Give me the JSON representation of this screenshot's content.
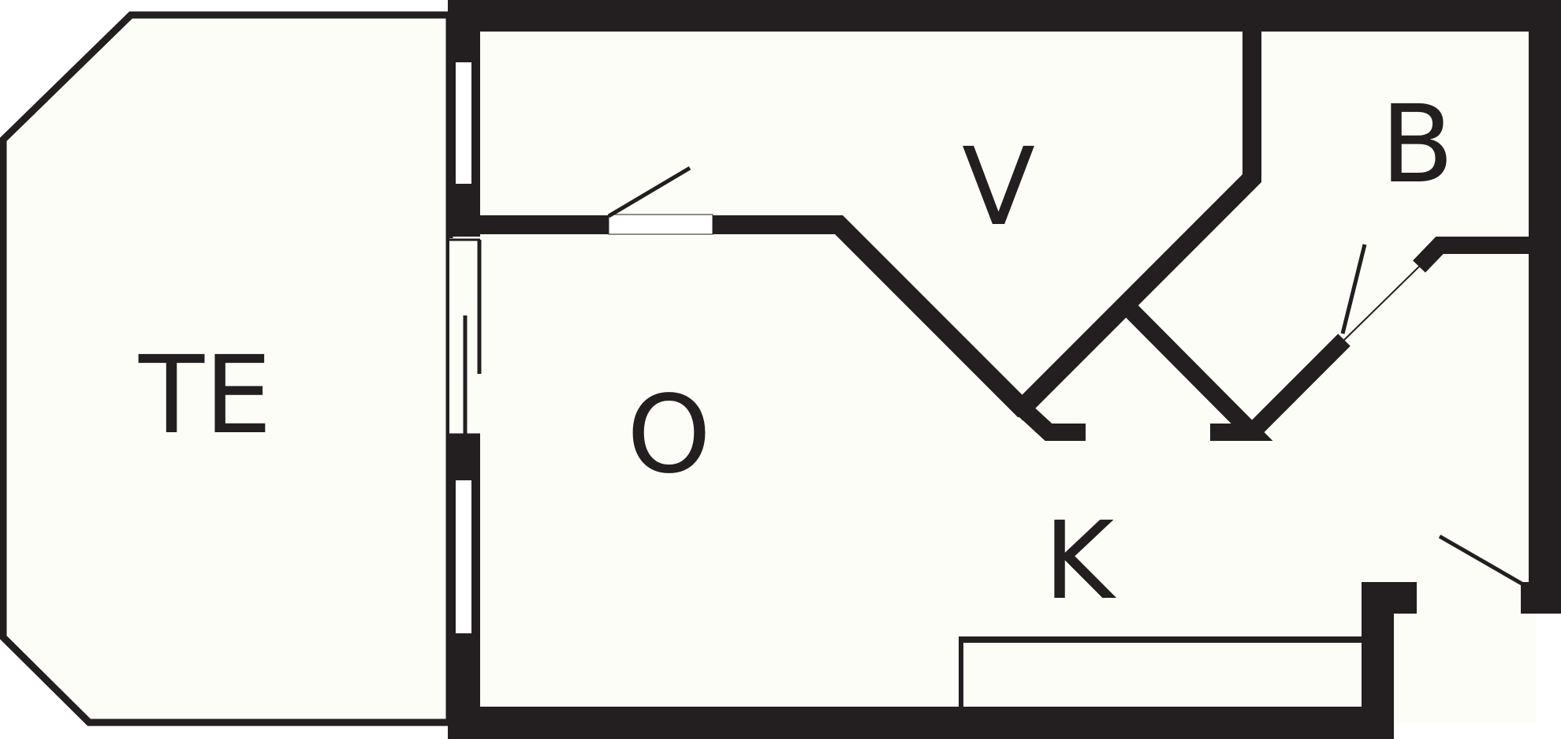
{
  "colors": {
    "wall": "#231f20",
    "floor": "#fdfdf8",
    "window": "#ffffff"
  },
  "rooms": {
    "terrace": "TE",
    "living": "O",
    "wardrobe": "V",
    "bathroom": "B",
    "kitchen": "K"
  }
}
